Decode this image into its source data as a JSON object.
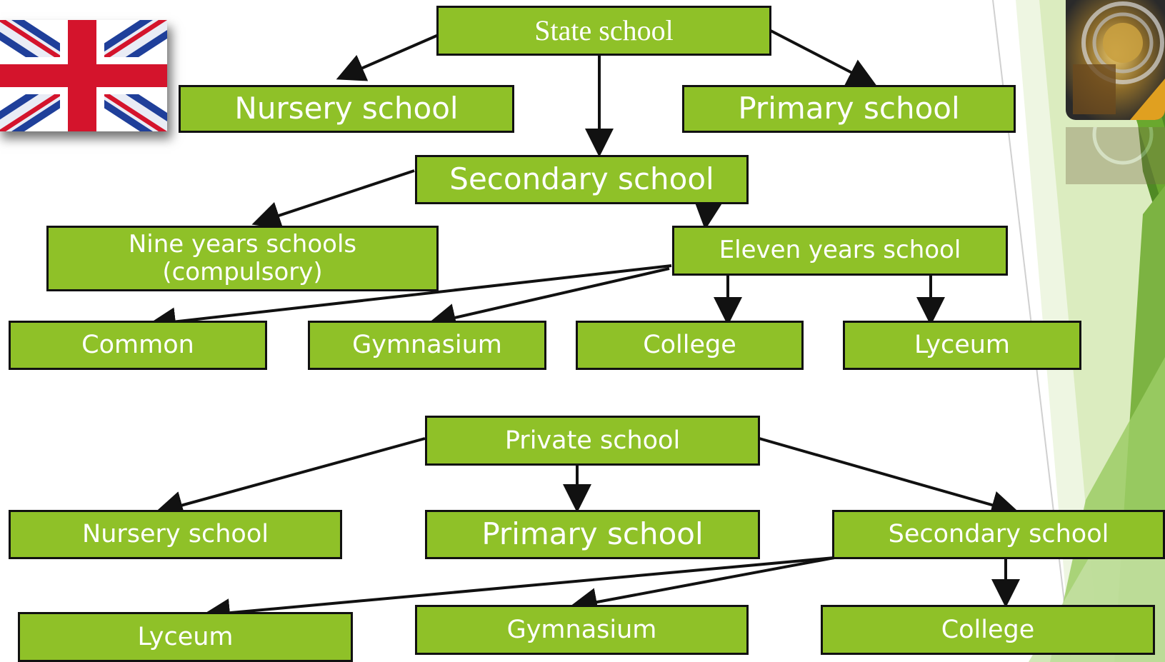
{
  "state": {
    "root": "State school",
    "nursery": "Nursery school",
    "primary": "Primary school",
    "secondary": "Secondary school",
    "nine_line1": "Nine years schools",
    "nine_line2": "(compulsory)",
    "eleven": "Eleven years school",
    "common": "Common",
    "gymnasium": "Gymnasium",
    "college": "College",
    "lyceum": "Lyceum"
  },
  "private": {
    "root": "Private school",
    "nursery": "Nursery school",
    "primary": "Primary school",
    "secondary": "Secondary school",
    "lyceum": "Lyceum",
    "gymnasium": "Gymnasium",
    "college": "College"
  },
  "colors": {
    "box_fill": "#8fc128",
    "box_border": "#111111",
    "box_text": "#ffffff",
    "theme_green_dark": "#4f8a24",
    "theme_green_light": "#a8d45a"
  },
  "icons": [
    "uk-flag-icon",
    "worldbiz-audio-logo"
  ]
}
